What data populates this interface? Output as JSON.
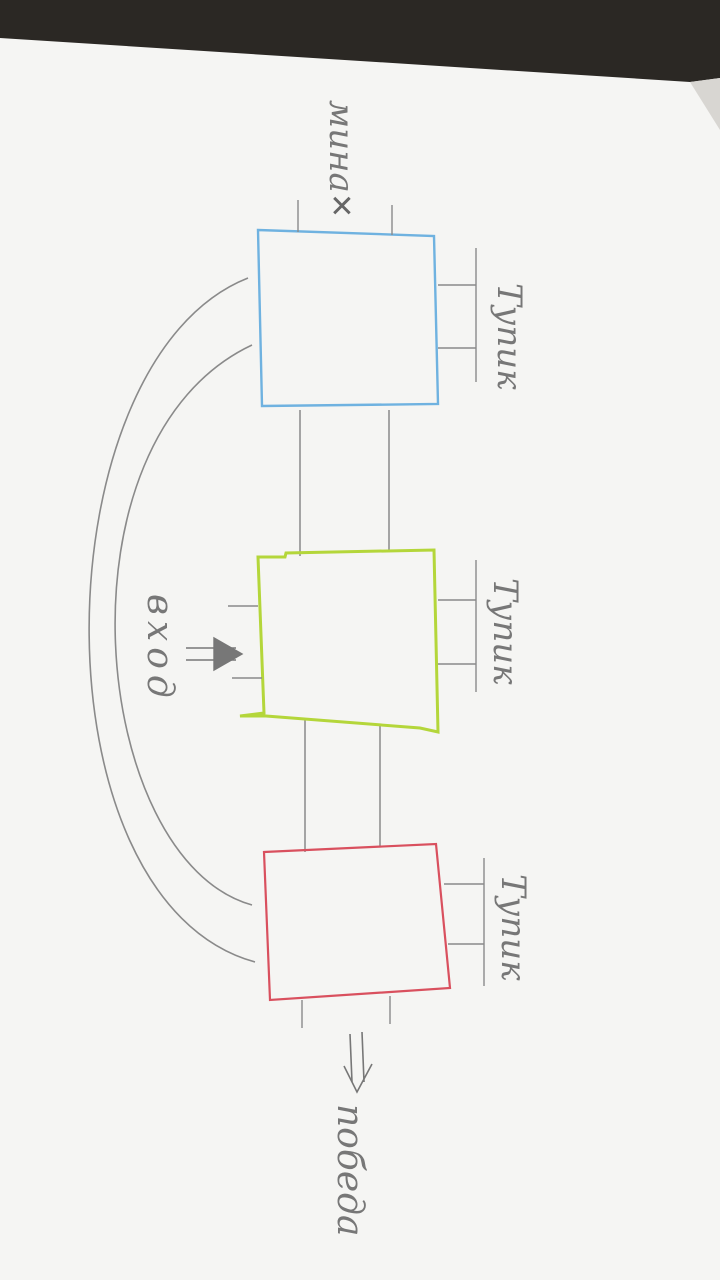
{
  "rooms": [
    {
      "id": "top",
      "color": "#6fb2e0",
      "side_label": "Тупик",
      "note": "мина",
      "note_mark": "✕"
    },
    {
      "id": "middle",
      "color": "#b4d63a",
      "side_label": "Тупик",
      "entry_label": "вход"
    },
    {
      "id": "bottom",
      "color": "#d9505e",
      "side_label": "Тупик",
      "exit_label": "победа"
    }
  ],
  "colors": {
    "pencil": "#8a8a8a",
    "pencil_text": "#777777",
    "paper": "#f5f5f3",
    "background": "#2b2824"
  }
}
